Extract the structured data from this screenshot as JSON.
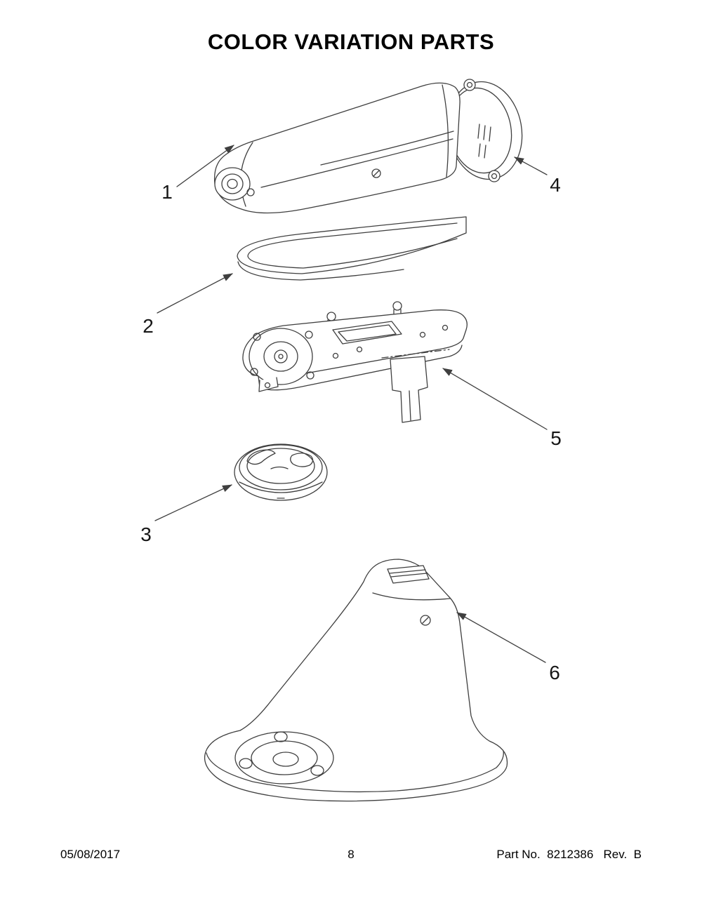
{
  "title": "COLOR VARIATION PARTS",
  "callouts": [
    "1",
    "2",
    "3",
    "4",
    "5",
    "6"
  ],
  "footer": {
    "date": "05/08/2017",
    "page_number": "8",
    "part_info": "Part No.  8212386   Rev.  B"
  },
  "diagram": {
    "line_color": "#3f3f3f",
    "text_color": "#161616"
  }
}
